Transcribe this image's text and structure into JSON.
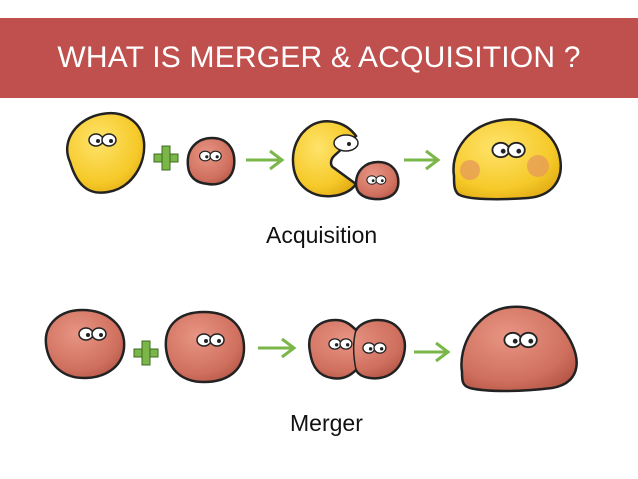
{
  "slide": {
    "title": "WHAT IS MERGER & ACQUISITION ?"
  },
  "acquisition": {
    "caption": "Acquisition",
    "colors": {
      "large_company": "#f5c928",
      "small_company": "#cd6e5f"
    }
  },
  "merger": {
    "caption": "Merger",
    "colors": {
      "company": "#cd6e5f"
    }
  },
  "colors": {
    "title_bar": "#c0504d",
    "plus_sign": "#7ab648",
    "arrow": "#7ab648"
  },
  "icons": {
    "plus": "plus-icon",
    "arrow": "arrow-right-icon"
  }
}
